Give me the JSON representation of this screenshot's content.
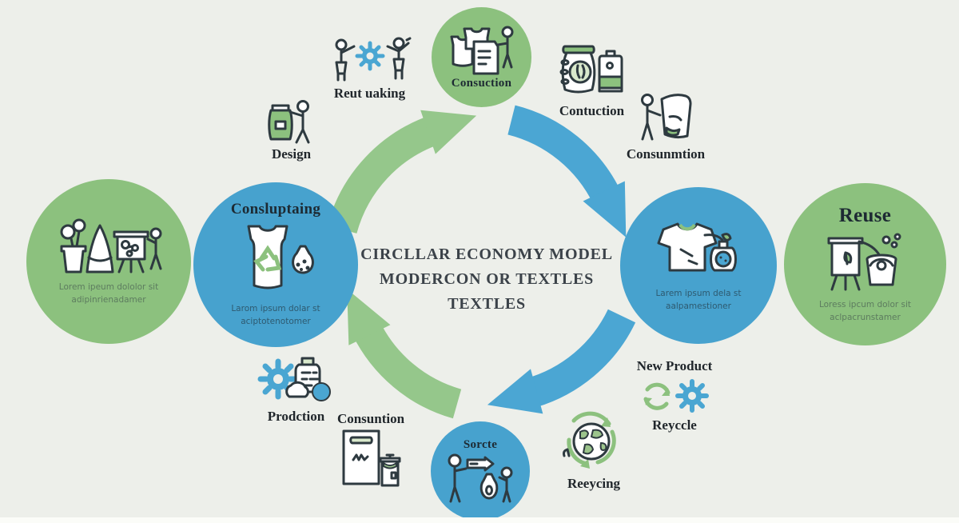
{
  "title": {
    "line1": "CIRCLLAR ECONOMY MODEL",
    "line2": "MODERCON OR TEXTLES",
    "line3": "TEXTLES"
  },
  "circles": {
    "top": {
      "label": "Consuction"
    },
    "bottom": {
      "label": "Sorcte"
    },
    "left_green": {
      "lorem1": "Lorem ipeum dololor sit",
      "lorem2": "adipinrienadamer"
    },
    "left_blue": {
      "title": "Consluptaing",
      "lorem1": "Larom ipsum dolar st",
      "lorem2": "aciptotenotomer"
    },
    "right_blue": {
      "lorem1": "Larem ipsum dela st",
      "lorem2": "aalpamestioner"
    },
    "right_green": {
      "title": "Reuse",
      "lorem1": "Loress ipcum dolor sit",
      "lorem2": "aclpacrunstamer"
    }
  },
  "labels": {
    "remaking": "Reut uaking",
    "design": "Design",
    "contuction": "Contuction",
    "consumption_upper": "Consunmtion",
    "new_product": "New Product",
    "recycle": "Reyccle",
    "recycling": "Reeycing",
    "production": "Prodction",
    "consumption_lower": "Consuntion"
  },
  "colors": {
    "background": "#edefea",
    "circle_green": "#8cc17e",
    "circle_blue": "#47a2ce",
    "arrow_green": "#95c78b",
    "arrow_blue": "#4ba6d3",
    "text_dark": "#20262b"
  }
}
